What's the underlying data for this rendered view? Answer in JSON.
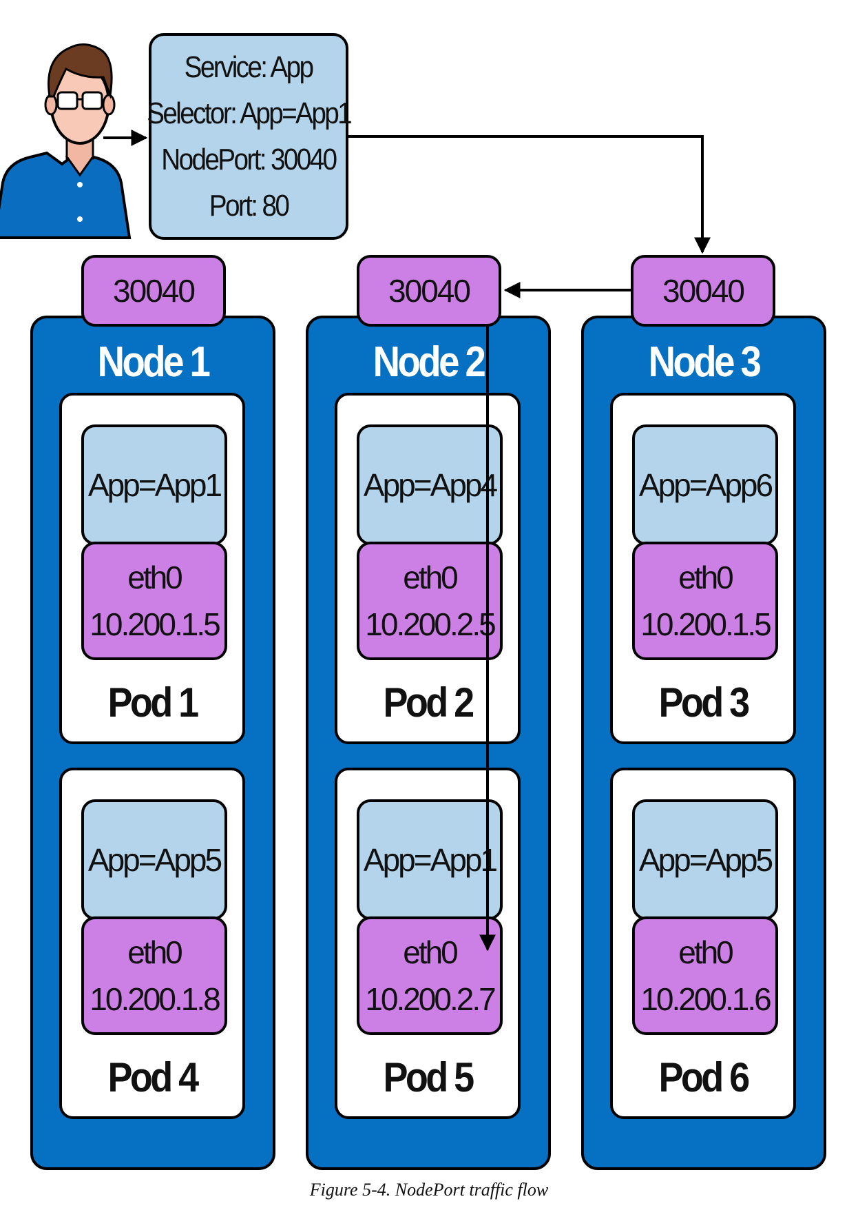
{
  "service": {
    "lines": [
      "Service: App",
      "Selector: App=App1",
      "NodePort: 30040",
      "Port: 80"
    ]
  },
  "icon": {
    "user": "user-icon"
  },
  "nodes": [
    {
      "title": "Node 1",
      "port": "30040",
      "pods": [
        {
          "app": "App=App1",
          "iface": "eth0",
          "ip": "10.200.1.5",
          "label": "Pod 1"
        },
        {
          "app": "App=App5",
          "iface": "eth0",
          "ip": "10.200.1.8",
          "label": "Pod 4"
        }
      ]
    },
    {
      "title": "Node 2",
      "port": "30040",
      "pods": [
        {
          "app": "App=App4",
          "iface": "eth0",
          "ip": "10.200.2.5",
          "label": "Pod 2"
        },
        {
          "app": "App=App1",
          "iface": "eth0",
          "ip": "10.200.2.7",
          "label": "Pod 5"
        }
      ]
    },
    {
      "title": "Node 3",
      "port": "30040",
      "pods": [
        {
          "app": "App=App6",
          "iface": "eth0",
          "ip": "10.200.1.5",
          "label": "Pod 3"
        },
        {
          "app": "App=App5",
          "iface": "eth0",
          "ip": "10.200.1.6",
          "label": "Pod 6"
        }
      ]
    }
  ],
  "caption": "Figure 5-4. NodePort traffic flow",
  "colors": {
    "node": "#0670c2",
    "light_blue": "#b3d4ea",
    "purple": "#cc80e6"
  }
}
